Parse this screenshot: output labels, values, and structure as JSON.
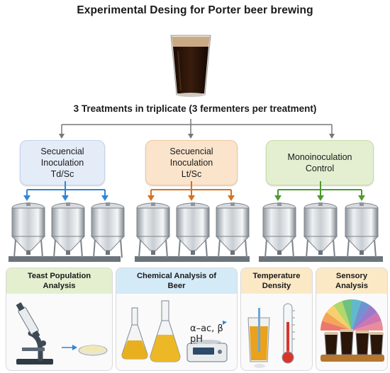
{
  "header": {
    "title": "Experimental Desing for Porter beer brewing",
    "subtitle": "3 Treatments in triplicate (3 fermenters per treatment)"
  },
  "treatments": [
    {
      "lines": [
        "Secuencial",
        "Inoculation",
        "Td/Sc"
      ],
      "color": "#e4ecf8",
      "arrow_color": "#2e86d6"
    },
    {
      "lines": [
        "Secuencial",
        "Inoculation",
        "Lt/Sc"
      ],
      "color": "#fbe4cc",
      "arrow_color": "#d8701e"
    },
    {
      "lines": [
        "Monoinoculation",
        "Control"
      ],
      "color": "#e4efd2",
      "arrow_color": "#4e9a2c"
    }
  ],
  "analyses": [
    {
      "lines": [
        "Teast Population",
        "Analysis"
      ],
      "color": "#e3efcf"
    },
    {
      "lines": [
        "Chemical Analysis of",
        "Beer"
      ],
      "color": "#d4eaf7"
    },
    {
      "lines": [
        "Temperature",
        "Density"
      ],
      "color": "#fbe9c6"
    },
    {
      "lines": [
        "Sensory",
        "Analysis"
      ],
      "color": "#fbe9c6"
    }
  ],
  "chemical_labels": {
    "line1": "α–ac, β",
    "line2": "pH"
  },
  "icons": [
    "porter-glass-icon",
    "fermenter-tank-icon",
    "microscope-icon",
    "petri-dish-icon",
    "flask-icon",
    "balance-icon",
    "beer-glass-icon",
    "thermometer-icon",
    "density-meter-icon",
    "tasting-flight-icon",
    "color-wheel-icon"
  ]
}
